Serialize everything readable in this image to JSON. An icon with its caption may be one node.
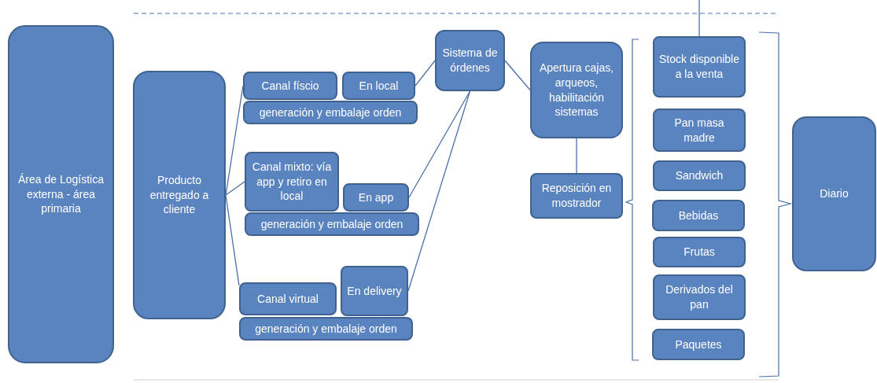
{
  "diagram": {
    "nodes": [
      {
        "text": [
          "Área de Logística externa - área primaria"
        ]
      },
      {
        "text": [
          "Producto entregado a cliente"
        ]
      },
      {
        "text": [
          "Canal físcio"
        ]
      },
      {
        "text": [
          "En local"
        ]
      },
      {
        "text": [
          "generación y embalaje orden"
        ]
      },
      {
        "text": [
          "Canal mixto: vía app y retiro en local"
        ]
      },
      {
        "text": [
          "En app"
        ]
      },
      {
        "text": [
          "generación y embalaje orden"
        ]
      },
      {
        "text": [
          "Canal virtual"
        ]
      },
      {
        "text": [
          "En delivery"
        ]
      },
      {
        "text": [
          "generación y embalaje orden"
        ]
      },
      {
        "text": [
          "Sistema de órdenes"
        ]
      },
      {
        "text": [
          "Apertura cajas, arqueos, habilitación sistemas"
        ]
      },
      {
        "text": [
          "Reposición en mostrador"
        ]
      },
      {
        "text": [
          "Stock disponible a la venta"
        ]
      },
      {
        "text": [
          "Pan masa madre"
        ]
      },
      {
        "text": [
          "Sandwich"
        ]
      },
      {
        "text": [
          "Bebidas"
        ]
      },
      {
        "text": [
          "Frutas"
        ]
      },
      {
        "text": [
          "Derivados del pan"
        ]
      },
      {
        "text": [
          "Paquetes"
        ]
      },
      {
        "text": [
          "Diario"
        ]
      }
    ],
    "edges": [
      {
        "from": 1,
        "to": 2,
        "arrow": "none"
      },
      {
        "from": 1,
        "to": 5,
        "arrow": "none"
      },
      {
        "from": 1,
        "to": 8,
        "arrow": "none"
      },
      {
        "from": 3,
        "to": 11,
        "arrow": "none"
      },
      {
        "from": 6,
        "to": 11,
        "arrow": "none"
      },
      {
        "from": 9,
        "to": 11,
        "arrow": "none"
      },
      {
        "from": 11,
        "to": 12,
        "arrow": "none"
      },
      {
        "from": 12,
        "to": 13,
        "arrow": "none"
      },
      {
        "from": 14,
        "to": null,
        "arrow": "none"
      }
    ]
  }
}
